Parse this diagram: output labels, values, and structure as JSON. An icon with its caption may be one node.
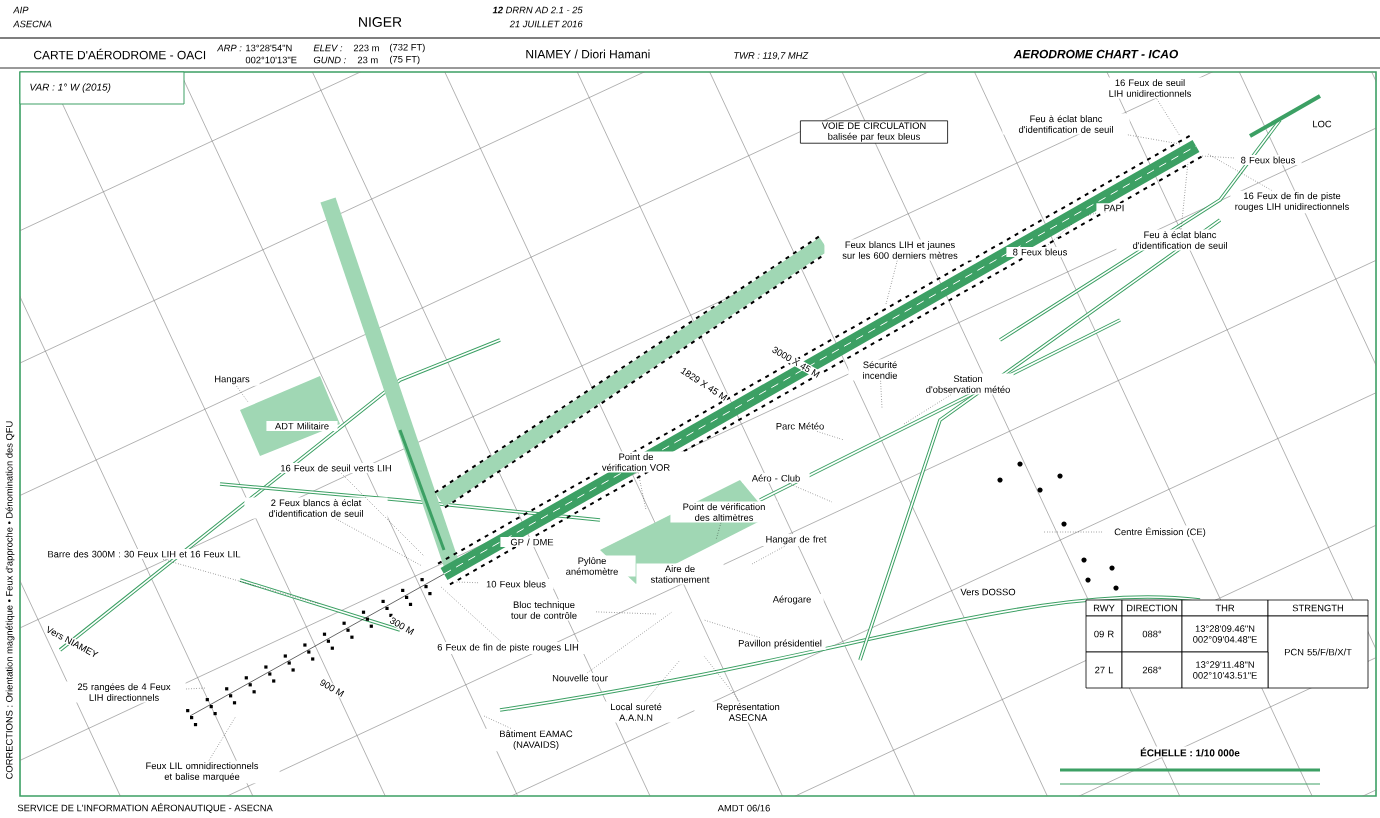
{
  "diagram": {
    "title": "AERODROME CHART - ICAO",
    "nodes": [
      {
        "text": [
          "VOIE DE CIRCULATION balisée par feux bleus"
        ]
      },
      {
        "text": [
          "16 Feux de seuil LIH unidirectionnels"
        ]
      },
      {
        "text": [
          "Feu à éclat blanc d'identification de seuil"
        ]
      },
      {
        "text": [
          "8 Feux bleus"
        ]
      },
      {
        "text": [
          "16 Feux de fin de piste rouges LIH unidirectionnels"
        ]
      },
      {
        "text": [
          "Feu à éclat blanc d'identification de seuil"
        ]
      },
      {
        "text": [
          "PAPI"
        ]
      },
      {
        "text": [
          "8 Feux bleus"
        ]
      },
      {
        "text": [
          "Feux blancs LIH et jaunes sur les 600 derniers mètres"
        ]
      },
      {
        "text": [
          "LOC"
        ]
      },
      {
        "text": [
          "Sécurité incendie"
        ]
      },
      {
        "text": [
          "Station d'observation météo"
        ]
      },
      {
        "text": [
          "Parc Météo"
        ]
      },
      {
        "text": [
          "Aéro - Club"
        ]
      },
      {
        "text": [
          "Centre Émission (CE)"
        ]
      },
      {
        "text": [
          "Hangars"
        ]
      },
      {
        "text": [
          "ADT Militaire"
        ]
      },
      {
        "text": [
          "16 Feux de seuil verts LIH"
        ]
      },
      {
        "text": [
          "2 Feux blancs à éclat d'identification de seuil"
        ]
      },
      {
        "text": [
          "Barre des 300M : 30 Feux LIH et 16 Feux LIL"
        ]
      },
      {
        "text": [
          "10 Feux bleus"
        ]
      },
      {
        "text": [
          "GP / DME"
        ]
      },
      {
        "text": [
          "Point de vérification VOR"
        ]
      },
      {
        "text": [
          "Point de vérification des altimètres"
        ]
      },
      {
        "text": [
          "Hangar de fret"
        ]
      },
      {
        "text": [
          "Aire de stationnement"
        ]
      },
      {
        "text": [
          "Pylône anémomètre"
        ]
      },
      {
        "text": [
          "Bloc technique tour de contrôle"
        ]
      },
      {
        "text": [
          "Nouvelle tour"
        ]
      },
      {
        "text": [
          "Aérogare"
        ]
      },
      {
        "text": [
          "Pavillon présidentiel"
        ]
      },
      {
        "text": [
          "6 Feux de fin de piste rouges LIH"
        ]
      },
      {
        "text": [
          "Local sureté A.A.N.N"
        ]
      },
      {
        "text": [
          "Représentation ASECNA"
        ]
      },
      {
        "text": [
          "Bâtiment EAMAC (NAVAIDS)"
        ]
      },
      {
        "text": [
          "25 rangées de 4 Feux LIH directionnels"
        ]
      },
      {
        "text": [
          "Feux LIL omnidirectionnels et balise marquée"
        ]
      }
    ],
    "edges": [
      {
        "from": 1,
        "to": null,
        "arrow": "none"
      },
      {
        "from": 2,
        "to": null,
        "arrow": "none"
      },
      {
        "from": 3,
        "to": null,
        "arrow": "none"
      },
      {
        "from": 4,
        "to": null,
        "arrow": "none"
      },
      {
        "from": 5,
        "to": null,
        "arrow": "none"
      },
      {
        "from": 6,
        "to": null,
        "arrow": "none"
      },
      {
        "from": 7,
        "to": null,
        "arrow": "none"
      },
      {
        "from": 8,
        "to": null,
        "arrow": "none"
      },
      {
        "from": 10,
        "to": null,
        "arrow": "none"
      },
      {
        "from": 11,
        "to": null,
        "arrow": "none"
      },
      {
        "from": 12,
        "to": null,
        "arrow": "none"
      },
      {
        "from": 13,
        "to": null,
        "arrow": "none"
      },
      {
        "from": 14,
        "to": null,
        "arrow": "none"
      },
      {
        "from": 15,
        "to": null,
        "arrow": "none"
      },
      {
        "from": 17,
        "to": null,
        "arrow": "none"
      },
      {
        "from": 18,
        "to": null,
        "arrow": "none"
      },
      {
        "from": 19,
        "to": null,
        "arrow": "none"
      },
      {
        "from": 20,
        "to": null,
        "arrow": "none"
      },
      {
        "from": 22,
        "to": null,
        "arrow": "none"
      },
      {
        "from": 23,
        "to": null,
        "arrow": "none"
      },
      {
        "from": 24,
        "to": null,
        "arrow": "none"
      },
      {
        "from": 27,
        "to": null,
        "arrow": "none"
      },
      {
        "from": 28,
        "to": null,
        "arrow": "none"
      },
      {
        "from": 30,
        "to": null,
        "arrow": "none"
      },
      {
        "from": 31,
        "to": null,
        "arrow": "none"
      },
      {
        "from": 32,
        "to": null,
        "arrow": "none"
      },
      {
        "from": 33,
        "to": null,
        "arrow": "none"
      },
      {
        "from": 34,
        "to": null,
        "arrow": "none"
      },
      {
        "from": 35,
        "to": null,
        "arrow": "none"
      },
      {
        "from": 36,
        "to": null,
        "arrow": "none"
      }
    ],
    "labels": [
      "AIP",
      "ASECNA",
      "NIGER",
      "**12** DRRN AD 2.1 - 25",
      "21 JUILLET 2016",
      "CARTE D'AÉRODROME - OACI",
      "ARP :",
      "13°28'54\"N",
      "002°10'13\"E",
      "ELEV :",
      "223 m",
      "(732 FT)",
      "GUND :",
      "23 m",
      "(75 FT)",
      "NIAMEY / Diori Hamani",
      "TWR : 119,7 MHZ",
      "VAR : 1° W (2015)",
      "1829 X 45 M",
      "3000 X 45 M",
      "300 M",
      "900 M",
      "Vers NIAMEY",
      "Vers DOSSO",
      "RWY",
      "DIRECTION",
      "THR",
      "STRENGTH",
      "09 R",
      "088°",
      "13°28'09.46\"N 002°09'04.48\"E",
      "PCN 55/F/B/X/T",
      "27 L",
      "268°",
      "13°29'11.48\"N 002°10'43.51\"E",
      "ÉCHELLE : 1/10 000e",
      "SERVICE DE L'INFORMATION AÉRONAUTIQUE - ASECNA",
      "AMDT 06/16",
      "CORRECTIONS : Orientation magnétique • Feux d'approche • Dénomination des QFU"
    ]
  }
}
